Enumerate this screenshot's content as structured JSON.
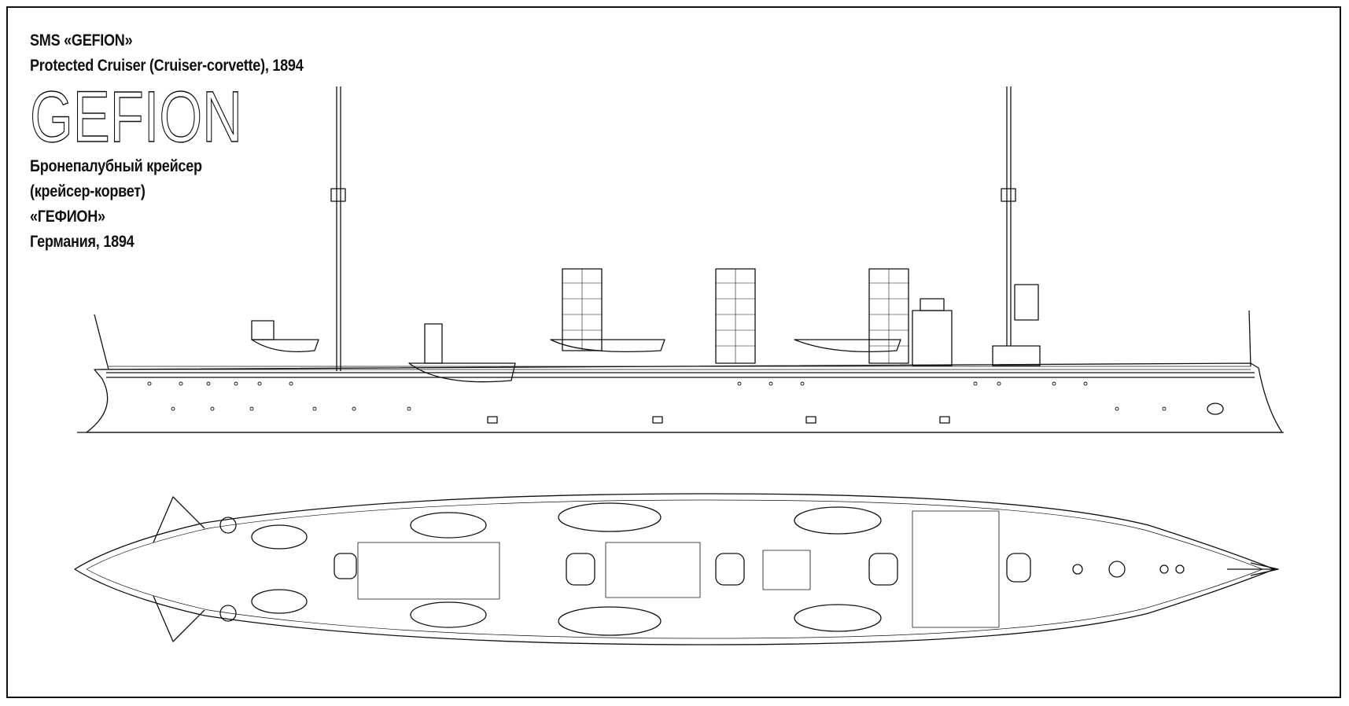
{
  "sheet": {
    "title_en": "SMS «GEFION»",
    "subtitle_en": "Protected Cruiser (Cruiser-corvette), 1894",
    "ship_name_outline": "GEFION",
    "ru_line1": "Бронепалубный крейсер",
    "ru_line2": "(крейсер-корвет)",
    "ru_line3": "«ГЕФИОН»",
    "ru_line4": "Германия, 1894"
  },
  "colors": {
    "line": "#111111",
    "paper": "#ffffff"
  }
}
